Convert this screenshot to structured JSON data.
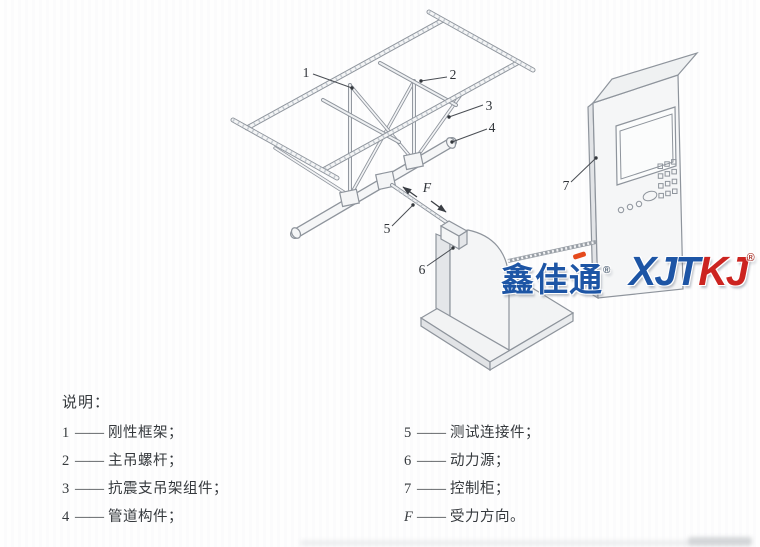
{
  "document": {
    "background": "#fdfdfd"
  },
  "diagram": {
    "line_color": "#8e949c",
    "callouts": [
      {
        "id": "callout-1",
        "text": "1"
      },
      {
        "id": "callout-2",
        "text": "2"
      },
      {
        "id": "callout-3",
        "text": "3"
      },
      {
        "id": "callout-4",
        "text": "4"
      },
      {
        "id": "callout-5",
        "text": "5"
      },
      {
        "id": "callout-6",
        "text": "6"
      },
      {
        "id": "callout-7",
        "text": "7"
      },
      {
        "id": "callout-F",
        "text": "F"
      }
    ]
  },
  "watermark": {
    "cjk_text": "鑫佳通",
    "cjk_registered": "®",
    "latin_blue": "XJT",
    "latin_red": "KJ",
    "latin_registered": "®",
    "blue": "#1d55a5",
    "red": "#cc2420"
  },
  "legend": {
    "title": "说明：",
    "separator": "——",
    "columns": [
      {
        "items": [
          {
            "id": "1",
            "term": "刚性框架；"
          },
          {
            "id": "2",
            "term": "主吊螺杆；"
          },
          {
            "id": "3",
            "term": "抗震支吊架组件；"
          },
          {
            "id": "4",
            "term": "管道构件；"
          }
        ]
      },
      {
        "items": [
          {
            "id": "5",
            "term": "测试连接件；"
          },
          {
            "id": "6",
            "term": "动力源；"
          },
          {
            "id": "7",
            "term": "控制柜；"
          },
          {
            "id": "F",
            "term": "受力方向。"
          }
        ]
      }
    ]
  }
}
